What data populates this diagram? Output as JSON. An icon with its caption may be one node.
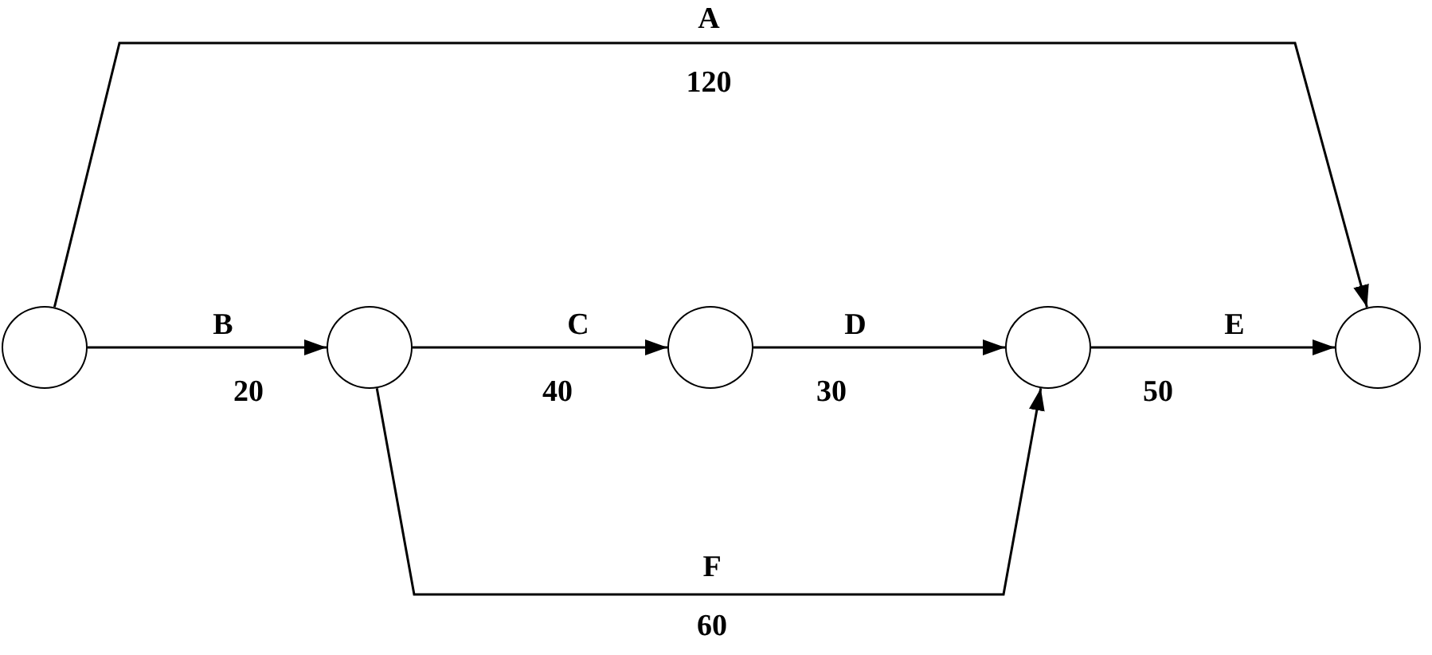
{
  "diagram": {
    "nodes": [
      {
        "text": [],
        "shape": "circle"
      },
      {
        "text": [],
        "shape": "circle"
      },
      {
        "text": [],
        "shape": "circle"
      },
      {
        "text": [],
        "shape": "circle"
      },
      {
        "text": [],
        "shape": "circle"
      }
    ],
    "edges": [
      {
        "from": 0,
        "to": 4,
        "arrow": "to",
        "label": "A"
      },
      {
        "from": 0,
        "to": 1,
        "arrow": "to",
        "label": "B"
      },
      {
        "from": 1,
        "to": 2,
        "arrow": "to",
        "label": "C"
      },
      {
        "from": 2,
        "to": 3,
        "arrow": "to",
        "label": "D"
      },
      {
        "from": 3,
        "to": 4,
        "arrow": "to",
        "label": "E"
      },
      {
        "from": 1,
        "to": 3,
        "arrow": "to",
        "label": "F"
      }
    ],
    "labels": [
      "120",
      "20",
      "40",
      "30",
      "50",
      "60"
    ]
  }
}
